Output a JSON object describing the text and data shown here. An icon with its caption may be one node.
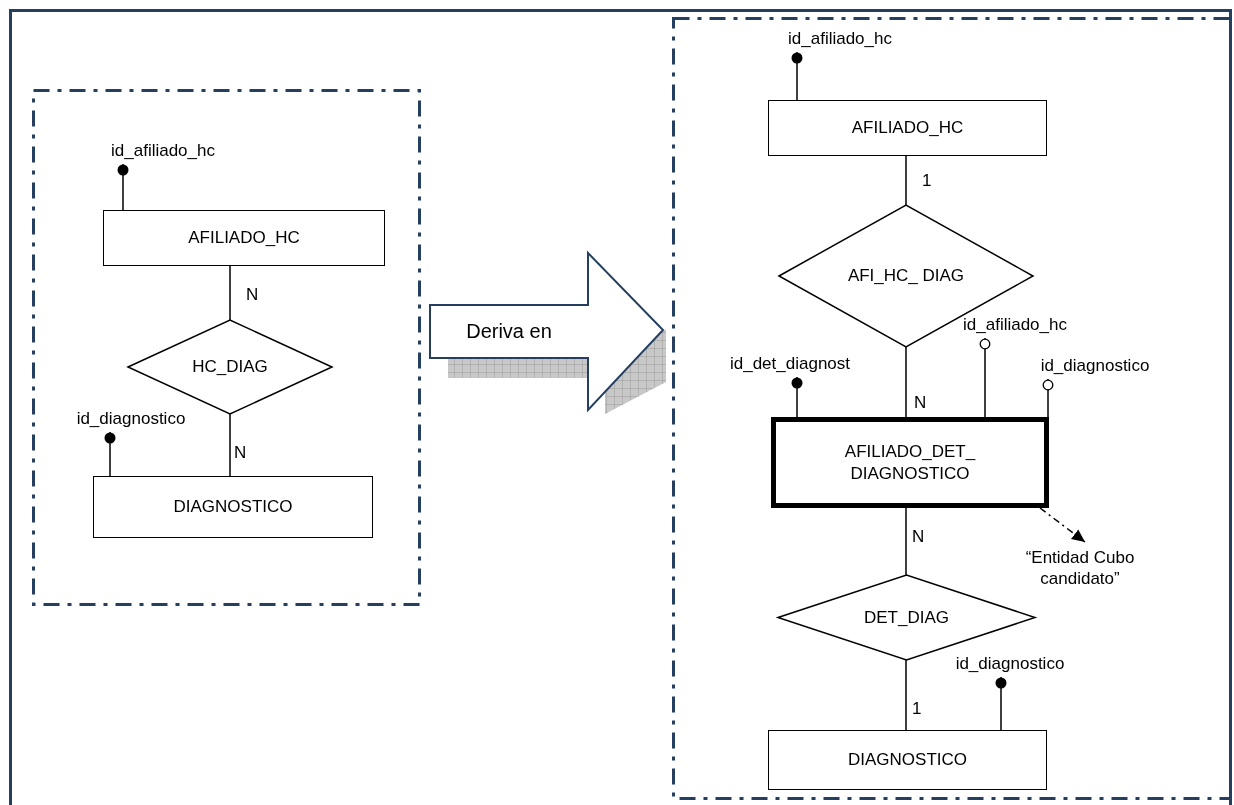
{
  "diagram": {
    "nodes": [
      {
        "text": [],
        "shape": "box"
      },
      {
        "text": [
          "id_afiliado_hc"
        ],
        "in": 0
      },
      {
        "text": [
          "AFILIADO_HC"
        ],
        "in": 0
      },
      {
        "text": [
          "HC_DIAG"
        ],
        "in": 0
      },
      {
        "text": [
          "id_diagnostico"
        ],
        "in": 0
      },
      {
        "text": [
          "DIAGNOSTICO"
        ],
        "in": 0
      },
      {
        "text": [
          "Deriva en"
        ]
      },
      {
        "text": [],
        "shape": "box"
      },
      {
        "text": [
          "id_afiliado_hc"
        ],
        "in": 7
      },
      {
        "text": [
          "AFILIADO_HC"
        ],
        "in": 7
      },
      {
        "text": [
          "AFI_HC_ DIAG"
        ],
        "in": 7
      },
      {
        "text": [
          "id_det_diagnost"
        ],
        "in": 7
      },
      {
        "text": [
          "id_afiliado_hc"
        ],
        "in": 7
      },
      {
        "text": [
          "id_diagnostico"
        ],
        "in": 7
      },
      {
        "text": [
          "AFILIADO_DET_ DIAGNOSTICO"
        ],
        "in": 7
      },
      {
        "text": [
          "“Entidad Cubo candidato”"
        ],
        "in": 7
      },
      {
        "text": [
          "DET_DIAG"
        ],
        "in": 7
      },
      {
        "text": [
          "id_diagnostico"
        ],
        "in": 7
      },
      {
        "text": [
          "DIAGNOSTICO"
        ],
        "in": 7
      }
    ],
    "edges": [
      {
        "from": 2,
        "to": 1,
        "arrow": "other"
      },
      {
        "from": 2,
        "to": 3,
        "arrow": "none",
        "label": "N"
      },
      {
        "from": 3,
        "to": 5,
        "arrow": "none",
        "label": "N"
      },
      {
        "from": 5,
        "to": 4,
        "arrow": "other"
      },
      {
        "from": 9,
        "to": 8,
        "arrow": "other"
      },
      {
        "from": 9,
        "to": 10,
        "arrow": "none",
        "label": "1"
      },
      {
        "from": 10,
        "to": 14,
        "arrow": "none",
        "label": "N"
      },
      {
        "from": 14,
        "to": 11,
        "arrow": "other"
      },
      {
        "from": 14,
        "to": 12,
        "arrow": "other"
      },
      {
        "from": 14,
        "to": 13,
        "arrow": "other"
      },
      {
        "from": 14,
        "to": 15,
        "arrow": "to",
        "style": "dashed"
      },
      {
        "from": 14,
        "to": 16,
        "arrow": "none",
        "label": "N"
      },
      {
        "from": 16,
        "to": 18,
        "arrow": "none",
        "label": "1"
      },
      {
        "from": 18,
        "to": 17,
        "arrow": "other"
      }
    ]
  }
}
